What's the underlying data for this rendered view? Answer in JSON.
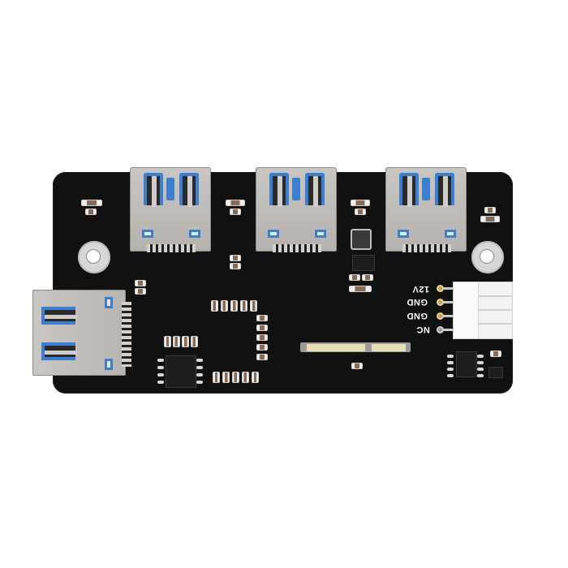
{
  "image": {
    "subject": "USB 3.0 hub expansion board (black PCB)",
    "background_color": "#ffffff",
    "board_color": "#111111",
    "accent_colors": {
      "usb3_blue": "#3c7fd0",
      "connector_metal": "#c0bdb9",
      "gold_pad": "#c5a15a",
      "fpc_contacts": "#e8dfb4"
    }
  },
  "connectors": {
    "usb_top": [
      {
        "id": "usb-a-1",
        "type": "USB 3.0 Type-A"
      },
      {
        "id": "usb-a-2",
        "type": "USB 3.0 Type-A"
      },
      {
        "id": "usb-a-3",
        "type": "USB 3.0 Type-A"
      }
    ],
    "usb_side": {
      "id": "usb-a-input",
      "type": "USB 3.0 Type-A"
    },
    "power_header": {
      "pins": [
        {
          "label": "12V"
        },
        {
          "label": "GND"
        },
        {
          "label": "GND"
        },
        {
          "label": "NC"
        }
      ]
    },
    "fpc": {
      "type": "FPC ribbon connector"
    }
  }
}
